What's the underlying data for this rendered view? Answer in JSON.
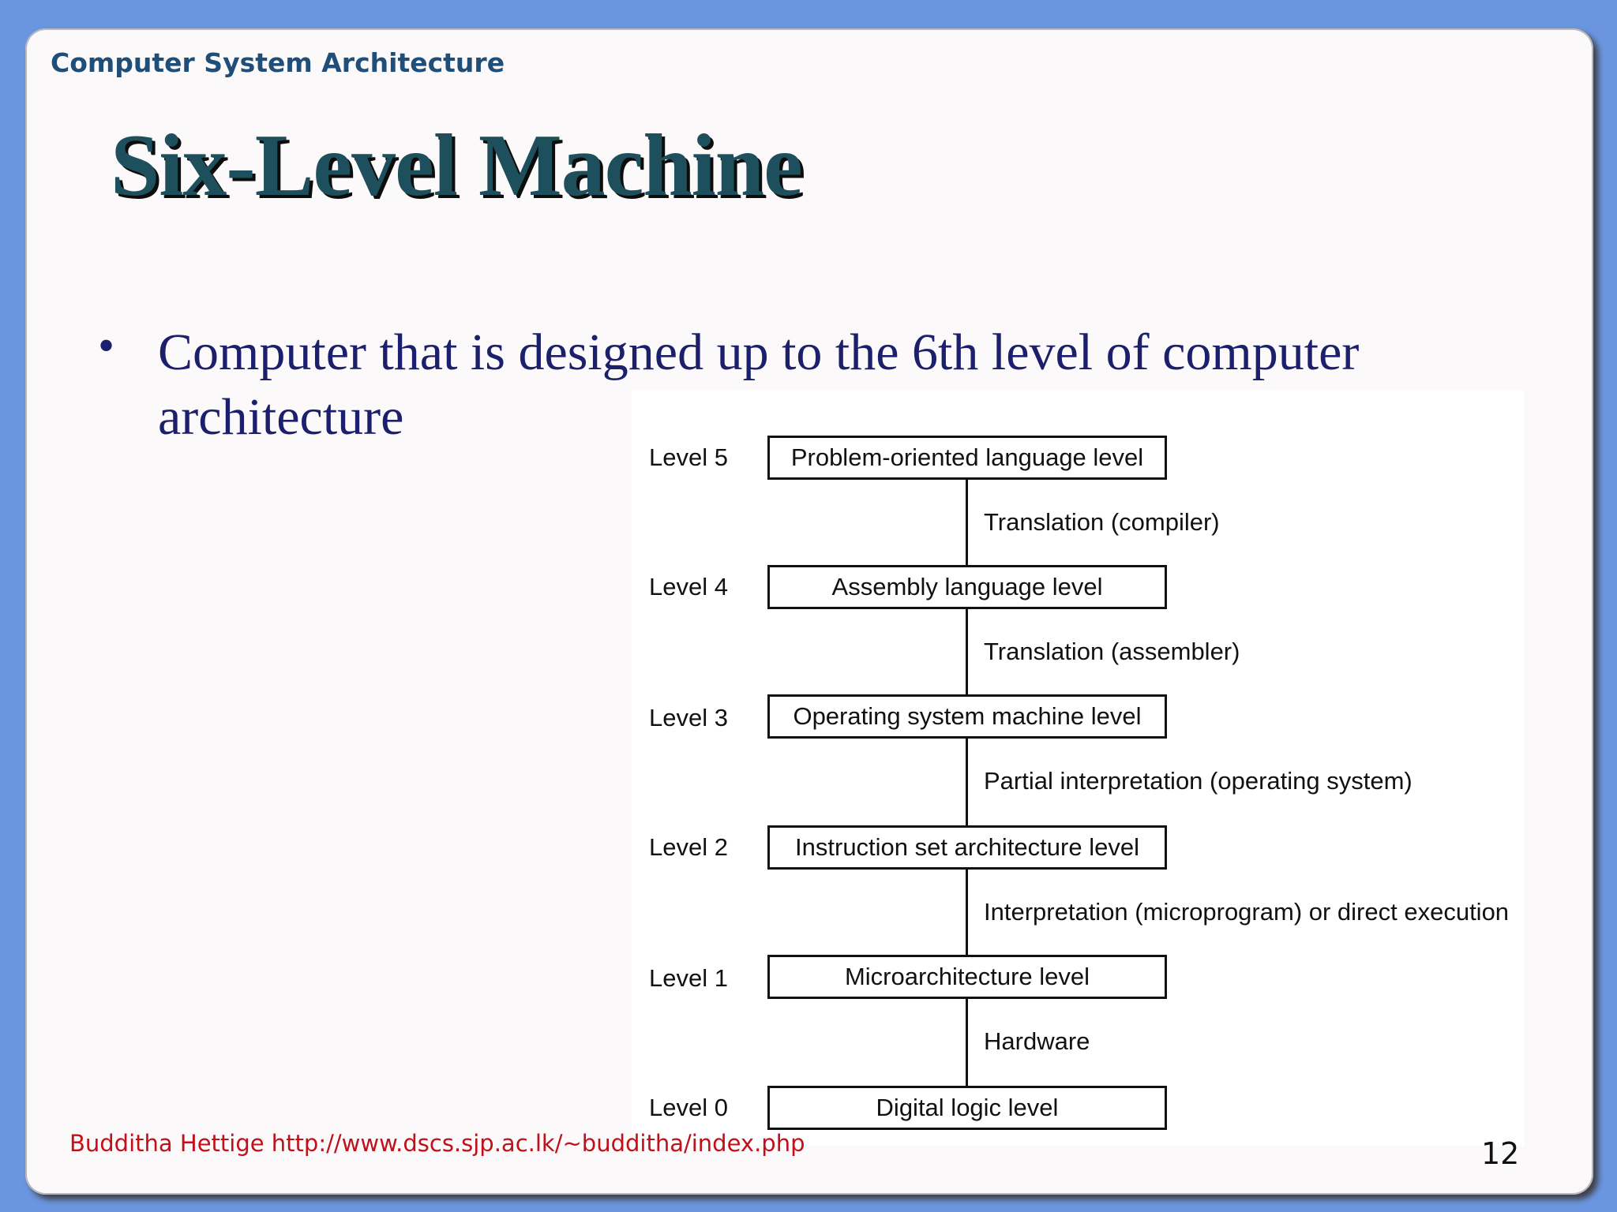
{
  "header": {
    "course": "Computer System Architecture"
  },
  "slide": {
    "title": "Six-Level Machine",
    "bullet": "Computer that is designed up to the 6th level of computer architecture"
  },
  "diagram": {
    "levels": [
      {
        "label": "Level 5",
        "name": "Problem-oriented language level"
      },
      {
        "label": "Level 4",
        "name": "Assembly language level"
      },
      {
        "label": "Level 3",
        "name": "Operating system machine level"
      },
      {
        "label": "Level 2",
        "name": "Instruction set architecture level"
      },
      {
        "label": "Level 1",
        "name": "Microarchitecture level"
      },
      {
        "label": "Level 0",
        "name": "Digital logic level"
      }
    ],
    "transitions": [
      "Translation (compiler)",
      "Translation (assembler)",
      "Partial interpretation (operating system)",
      "Interpretation (microprogram) or direct execution",
      "Hardware"
    ]
  },
  "footer": {
    "credit": "Budditha Hettige http://www.dscs.sjp.ac.lk/~budditha/index.php",
    "page_number": "12"
  }
}
